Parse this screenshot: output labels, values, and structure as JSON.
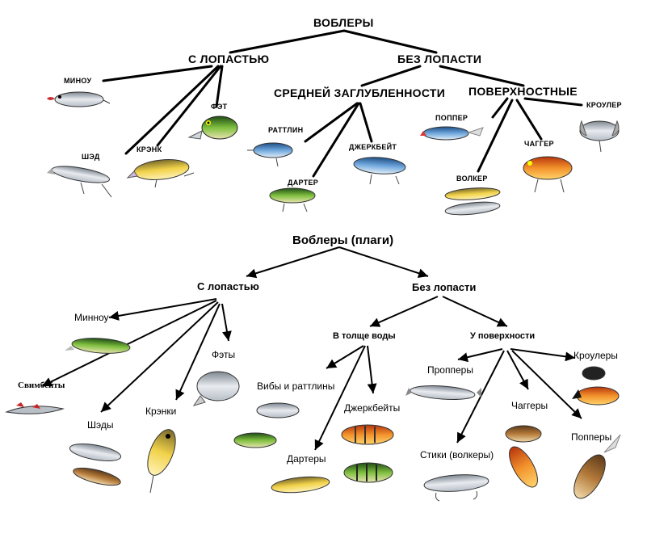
{
  "top": {
    "root": "ВОБЛЕРЫ",
    "with_lip": "С ЛОПАСТЬЮ",
    "without_lip": "БЕЗ ЛОПАСТИ",
    "medium_depth": "СРЕДНЕЙ ЗАГЛУБЛЕННОСТИ",
    "surface": "ПОВЕРХНОСТНЫЕ",
    "minnow": "МИНОУ",
    "fat": "ФЭТ",
    "shad": "ШЭД",
    "crank": "КРЭНК",
    "rattlin": "РАТТЛИН",
    "jerkbait": "ДЖЕРКБЕЙТ",
    "darter": "ДАРТЕР",
    "popper": "ПОППЕР",
    "walker": "ВОЛКЕР",
    "chugger": "ЧАГГЕР",
    "crawler": "КРОУЛЕР"
  },
  "bottom": {
    "root": "Воблеры (плаги)",
    "with_lip": "С лопастью",
    "without_lip": "Без лопасти",
    "in_water": "В толще воды",
    "at_surface": "У поверхности",
    "minnow": "Минноу",
    "swimbait": "Свимбейты",
    "shad": "Шэды",
    "crank": "Крэнки",
    "fat": "Фэты",
    "vib": "Вибы и раттлины",
    "jerk": "Джеркбейты",
    "darter": "Дартеры",
    "propper": "Пропперы",
    "crawler": "Кроулеры",
    "chugger": "Чаггеры",
    "stick": "Стики (волкеры)",
    "popper": "Попперы"
  },
  "colors": {
    "line": "#000000",
    "silver": "#c9ced6",
    "green": "#4a8a2a",
    "yellow": "#e3c23a",
    "blue": "#3b79b8",
    "orange": "#e5691f",
    "red": "#d21f1f"
  }
}
